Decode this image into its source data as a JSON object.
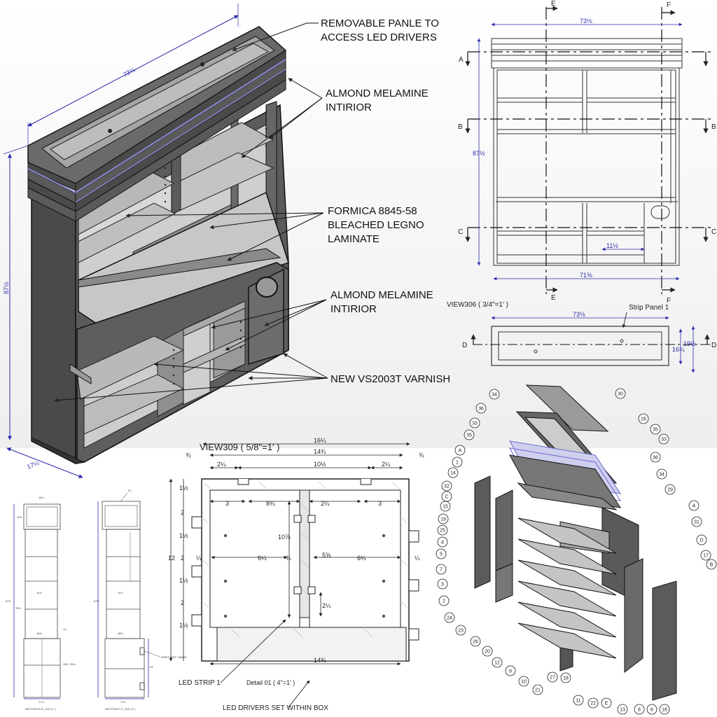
{
  "iso": {
    "callouts": [
      "REMOVABLE PANLE TO",
      "ACCESS LED DRIVERS",
      "ALMOND MELAMINE",
      "INTIRIOR",
      "FORMICA 8845-58",
      "BLEACHED LEGNO",
      "LAMINATE",
      "ALMOND MELAMINE",
      "INTIRIOR",
      "NEW VS2003T VARNISH"
    ],
    "dims": {
      "width": "73⅛",
      "height": "87½",
      "depth": "17¼"
    }
  },
  "front": {
    "section_letters": {
      "e": "E",
      "f": "F",
      "a": "A",
      "b": "B",
      "c": "C"
    },
    "dims": {
      "top": "73⅛",
      "height": "87½",
      "bottom": "71⅝",
      "inner": "11½"
    }
  },
  "top_view": {
    "title": "VIEW306 ( 3/4\"=1' )",
    "strip_label": "Strip Panel 1",
    "dims": {
      "width": "73⅛",
      "d1": "16¼",
      "d2": "19½"
    },
    "section": "D"
  },
  "view309": {
    "title": "VIEW309 ( 5/8\"=1' )",
    "dims": {
      "top_total": "16¼",
      "top_inner": "14¾",
      "left_edge": "¾",
      "right_edge": "¾",
      "c1": "2¼",
      "c2": "10½",
      "c3": "2¼",
      "r1": "3",
      "r2": "8¾",
      "r3": "2¼",
      "r4": "3",
      "height": "12",
      "v1": "1½",
      "v2": "2",
      "v3": "1½",
      "v4": "2",
      "v5": "1½",
      "v6": "2",
      "v7": "1½",
      "mid_h": "10⅞",
      "h1": "6¼",
      "h2": "¾",
      "h3": "5⅝",
      "h4": "6¼",
      "left_q": "¼",
      "right_q": "¼",
      "low": "2¼",
      "bottom": "14¾"
    },
    "detail": "Detail 01 ( 4\"=1' )",
    "led_strip": "LED STRIP 1",
    "led_drivers": "LED DRIVERS SET WITHIN BOX"
  },
  "sections": {
    "ee_label": "SECTION E-E ( 3/4\"=1' )",
    "ff_label": "SECTION F-F ( 3/4\"=1' )",
    "hinge_note": "INSET INST. HINGE",
    "ff_ref": "01",
    "dims": [
      "16¼",
      "10½",
      "87½",
      "78⅞",
      "14⅞",
      "18⅝",
      "17¼",
      "28½",
      "26¾",
      "1¼",
      "24"
    ]
  },
  "exploded": {
    "balloons": [
      "34",
      "36",
      "30",
      "33",
      "35",
      "28",
      "35",
      "33",
      "A",
      "1",
      "36",
      "14",
      "34",
      "32",
      "29",
      "C",
      "15",
      "A",
      "19",
      "31",
      "25",
      "4",
      "D",
      "5",
      "17",
      "7",
      "B",
      "3",
      "2",
      "24",
      "23",
      "26",
      "20",
      "12",
      "9",
      "10",
      "21",
      "27",
      "18",
      "11",
      "22",
      "E",
      "13",
      "8",
      "6",
      "16"
    ]
  },
  "colors": {
    "dim": "#2a2aa8",
    "panel": "#5b5b5b",
    "shelf": "#bdbdbd",
    "led": "#8a8ad8"
  }
}
